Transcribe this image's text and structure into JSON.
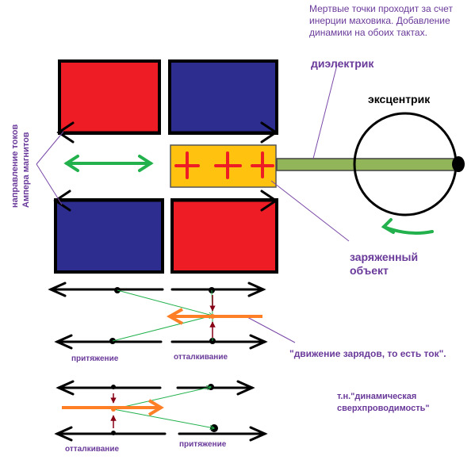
{
  "notes": {
    "dead_points": "Мертвые точки проходит за счет инерции маховика. Добавление динамики на обоих тактах.",
    "dielectric": "диэлектрик",
    "eccentric": "эксцентрик",
    "charged_object": "заряженный объект",
    "current_direction": "направление токов Ампера магнитов",
    "charge_motion": "\"движение зарядов, то есть ток\".",
    "superconductivity": "т.н.\"динамическая сверхпроводимость\""
  },
  "charge_signs": "+ + +",
  "labels": {
    "attraction_1": "притяжение",
    "repulsion_1": "отталкивание",
    "repulsion_2": "отталкивание",
    "attraction_2": "притяжение"
  },
  "colors": {
    "magnet_red": "#ee1c24",
    "magnet_blue": "#2c2d8f",
    "charged_yellow": "#ffc20e",
    "plus_red": "#ee1c24",
    "rod_green": "#93b55a",
    "arrow_green": "#22b14c",
    "arrow_orange": "#ff7f27",
    "field_green": "#22b14c",
    "force_maroon": "#880015",
    "label_purple": "#6a3a9a"
  }
}
